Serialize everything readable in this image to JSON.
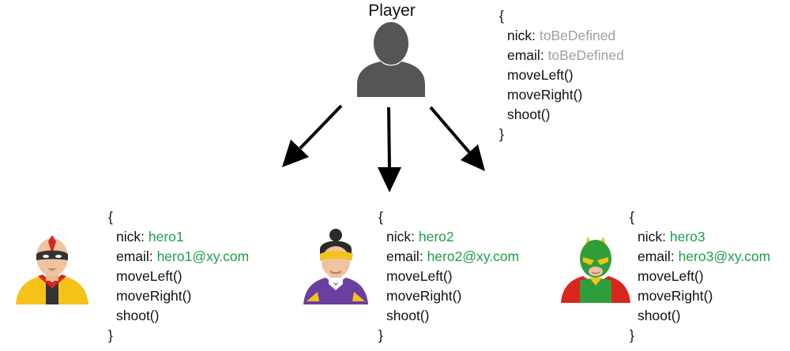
{
  "player": {
    "title": "Player",
    "object": {
      "open_brace": "{",
      "nick_key": "nick:",
      "nick_value": "toBeDefined",
      "email_key": "email:",
      "email_value": "toBeDefined",
      "method1": "moveLeft()",
      "method2": "moveRight()",
      "method3": "shoot()",
      "close_brace": "}"
    }
  },
  "heroes": [
    {
      "icon": "hero1-avatar-icon",
      "object": {
        "open_brace": "{",
        "nick_key": "nick:",
        "nick_value": "hero1",
        "email_key": "email:",
        "email_value": "hero1@xy.com",
        "method1": "moveLeft()",
        "method2": "moveRight()",
        "method3": "shoot()",
        "close_brace": "}"
      }
    },
    {
      "icon": "hero2-avatar-icon",
      "object": {
        "open_brace": "{",
        "nick_key": "nick:",
        "nick_value": "hero2",
        "email_key": "email:",
        "email_value": "hero2@xy.com",
        "method1": "moveLeft()",
        "method2": "moveRight()",
        "method3": "shoot()",
        "close_brace": "}"
      }
    },
    {
      "icon": "hero3-avatar-icon",
      "object": {
        "open_brace": "{",
        "nick_key": "nick:",
        "nick_value": "hero3",
        "email_key": "email:",
        "email_value": "hero3@xy.com",
        "method1": "moveLeft()",
        "method2": "moveRight()",
        "method3": "shoot()",
        "close_brace": "}"
      }
    }
  ],
  "colors": {
    "undefined_value": "#a0a0a0",
    "defined_value": "#1e9e46",
    "player_icon": "#555555",
    "arrow": "#000000"
  }
}
